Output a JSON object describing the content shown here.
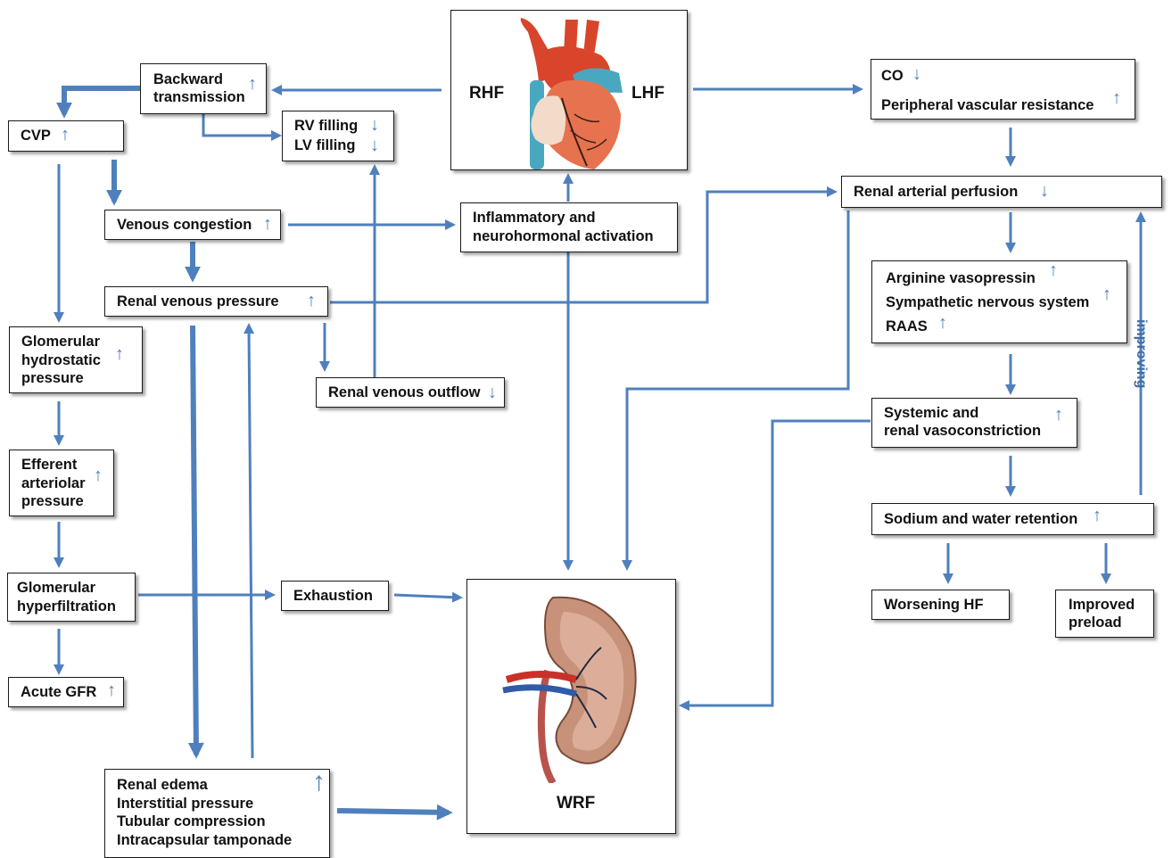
{
  "nodes": {
    "backward": [
      "Backward",
      "transmission"
    ],
    "cvp": "CVP",
    "rv_lv": [
      "RV filling",
      "LV filling"
    ],
    "heart": {
      "rhf": "RHF",
      "lhf": "LHF"
    },
    "co_pvr": [
      "CO",
      "Peripheral vascular resistance"
    ],
    "venous_congestion": "Venous congestion",
    "inflammatory": [
      "Inflammatory and",
      "neurohormonal activation"
    ],
    "renal_arterial_perfusion": "Renal arterial perfusion",
    "renal_venous_pressure": "Renal venous pressure",
    "neurohormones": [
      "Arginine vasopressin",
      "Sympathetic nervous system",
      "RAAS"
    ],
    "glomerular_hydrostatic": [
      "Glomerular",
      "hydrostatic",
      "pressure"
    ],
    "renal_venous_outflow": "Renal venous outflow",
    "efferent": [
      "Efferent",
      "arteriolar",
      "pressure"
    ],
    "vasoconstriction": [
      "Systemic and",
      "renal vasoconstriction"
    ],
    "sodium_water": "Sodium and water retention",
    "hyperfiltration": [
      "Glomerular",
      "hyperfiltration"
    ],
    "exhaustion": "Exhaustion",
    "worsening_hf": "Worsening HF",
    "improved_preload": [
      "Improved",
      "preload"
    ],
    "acute_gfr": "Acute GFR",
    "kidney_label": "WRF",
    "renal_edema": [
      "Renal edema",
      "Interstitial pressure",
      "Tubular compression",
      "Intracapsular tamponade"
    ]
  },
  "side_label": "improving",
  "colors": {
    "arrow": "#4f80bd",
    "border": "#1a1a1a"
  },
  "icons": {
    "up": "up-arrow-icon",
    "down": "down-arrow-icon"
  }
}
